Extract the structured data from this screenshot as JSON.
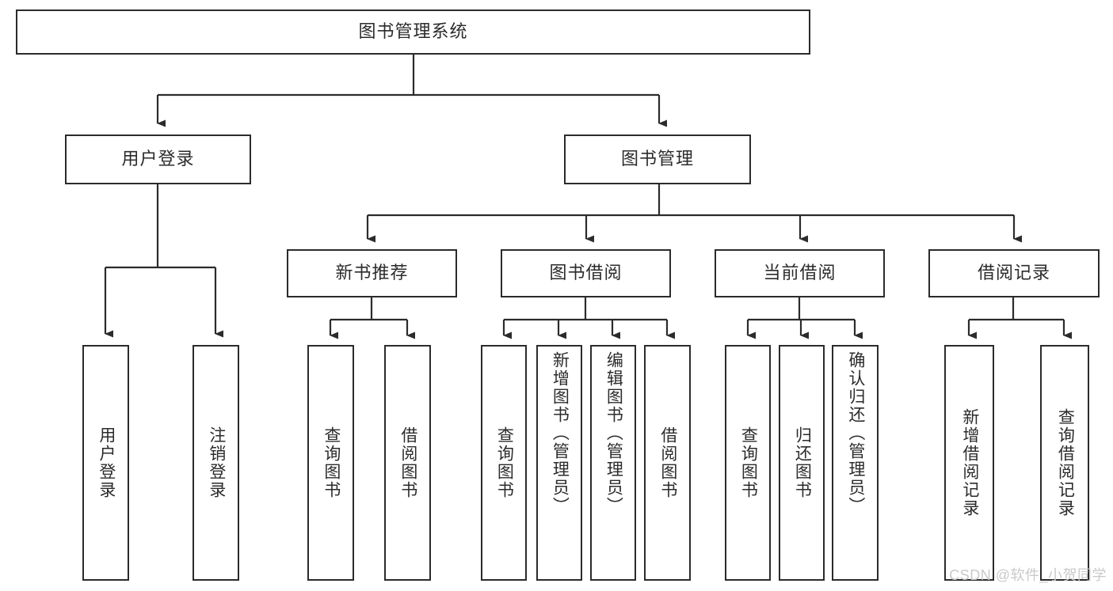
{
  "diagram": {
    "title": "图书管理系统",
    "type": "hierarchy-tree",
    "watermark": "CSDN @软件_小贺同学",
    "colors": {
      "stroke": "#2b2b2b",
      "fill": "#ffffff",
      "text": "#2b2b2b",
      "watermark": "#c9c9c9"
    },
    "nodes": {
      "root": {
        "label": "图书管理系统"
      },
      "level2": [
        {
          "id": "user-login",
          "label": "用户登录"
        },
        {
          "id": "book-manage",
          "label": "图书管理"
        }
      ],
      "level3": [
        {
          "id": "new-book-recommend",
          "label": "新书推荐"
        },
        {
          "id": "book-borrow",
          "label": "图书借阅"
        },
        {
          "id": "current-borrow",
          "label": "当前借阅"
        },
        {
          "id": "borrow-record",
          "label": "借阅记录"
        }
      ],
      "leaves": {
        "user-login": [
          {
            "id": "leaf-user-login",
            "label": "用户登录"
          },
          {
            "id": "leaf-logout-login",
            "label": "注销登录"
          }
        ],
        "new-book-recommend": [
          {
            "id": "leaf-query-book-1",
            "label": "查询图书"
          },
          {
            "id": "leaf-borrow-book-1",
            "label": "借阅图书"
          }
        ],
        "book-borrow": [
          {
            "id": "leaf-query-book-2",
            "label": "查询图书"
          },
          {
            "id": "leaf-add-book",
            "label": "新增图书（管理员）"
          },
          {
            "id": "leaf-edit-book",
            "label": "编辑图书（管理员）"
          },
          {
            "id": "leaf-borrow-book-2",
            "label": "借阅图书"
          }
        ],
        "current-borrow": [
          {
            "id": "leaf-query-book-3",
            "label": "查询图书"
          },
          {
            "id": "leaf-return-book",
            "label": "归还图书"
          },
          {
            "id": "leaf-confirm-return",
            "label": "确认归还（管理员）"
          }
        ],
        "borrow-record": [
          {
            "id": "leaf-add-record",
            "label": "新增借阅记录"
          },
          {
            "id": "leaf-query-record",
            "label": "查询借阅记录"
          }
        ]
      }
    }
  }
}
